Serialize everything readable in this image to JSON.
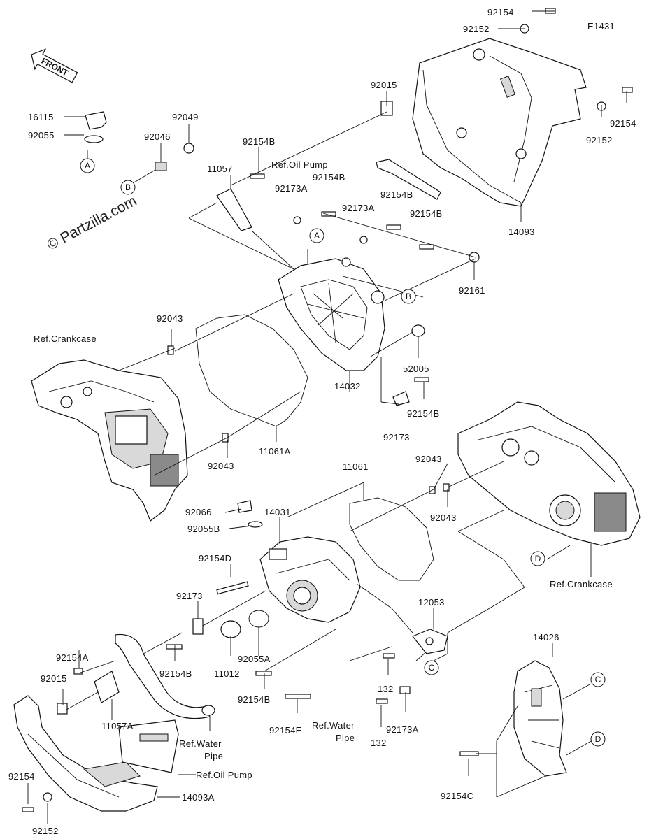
{
  "diagram": {
    "code": "E1431",
    "watermark": "© Partzilla.com",
    "front_label": "FRONT",
    "labels": {
      "p92154_top": "92154",
      "p92152_top": "92152",
      "p92015_top": "92015",
      "p92154_right": "92154",
      "p92152_right": "92152",
      "p16115": "16115",
      "p92055": "92055",
      "p92049": "92049",
      "p92046": "92046",
      "p92154B_a": "92154B",
      "p11057": "11057",
      "ref_oil_pump_top": "Ref.Oil Pump",
      "p92154B_b": "92154B",
      "p92173A_a": "92173A",
      "p92154B_c": "92154B",
      "p92173A_b": "92173A",
      "p92154B_d": "92154B",
      "p14093": "14093",
      "p92161": "92161",
      "p92043_a": "92043",
      "ref_crankcase_left": "Ref.Crankcase",
      "p52005": "52005",
      "p14032": "14032",
      "p92154B_e": "92154B",
      "p92173": "92173",
      "p11061A": "11061A",
      "p92043_b": "92043",
      "p11061": "11061",
      "p92043_c": "92043",
      "p92066": "92066",
      "p14031": "14031",
      "p92055B": "92055B",
      "p92043_d": "92043",
      "p92154D": "92154D",
      "ref_crankcase_right": "Ref.Crankcase",
      "p92173_b": "92173",
      "p12053": "12053",
      "p14026": "14026",
      "p92154A": "92154A",
      "p92154B_f": "92154B",
      "p11012": "11012",
      "p92055A": "92055A",
      "p132_a": "132",
      "p92015_b": "92015",
      "p92154B_g": "92154B",
      "p132_b": "132",
      "p92173A_c": "92173A",
      "p11057A": "11057A",
      "ref_water_pipe_left_1": "Ref.Water",
      "ref_water_pipe_left_2": "Pipe",
      "p92154E": "92154E",
      "ref_water_pipe_mid_1": "Ref.Water",
      "ref_water_pipe_mid_2": "Pipe",
      "ref_oil_pump_bottom": "Ref.Oil Pump",
      "p92154_bl": "92154",
      "p14093A": "14093A",
      "p92152_bl": "92152",
      "p92154C": "92154C"
    },
    "callouts": {
      "a1": "A",
      "a2": "A",
      "b1": "B",
      "b2": "B",
      "c1": "C",
      "c2": "C",
      "d1": "D",
      "d2": "D"
    }
  }
}
